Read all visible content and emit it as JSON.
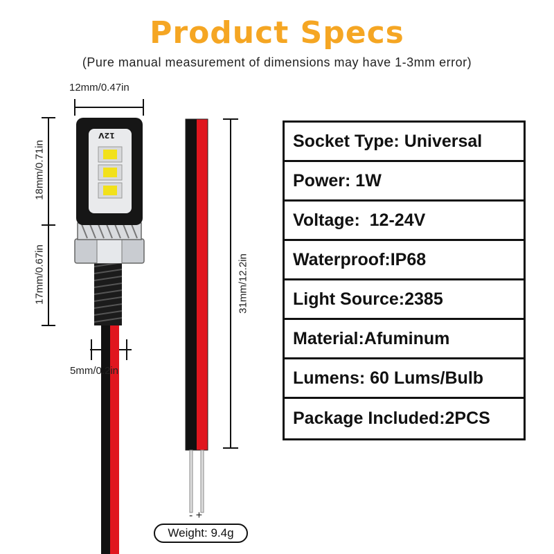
{
  "title": "Product Specs",
  "subtitle": "(Pure manual measurement of dimensions may have 1-3mm error)",
  "dimensions": {
    "width_top": "12mm/0.47in",
    "height_head": "18mm/0.71in",
    "height_screw": "17mm/0.67in",
    "thread_diameter": "5mm/0.2in",
    "wire_length": "31mm/12.2in"
  },
  "product": {
    "voltage_marking": "12V",
    "polarity": "- +",
    "weight": "Weight: 9.4g"
  },
  "specs": [
    "Socket Type: Universal",
    "Power: 1W",
    "Voltage:  12-24V",
    "Waterproof:IP68",
    "Light Source:2385",
    "Material:Afuminum",
    "Lumens: 60 Lums/Bulb",
    "Package Included:2PCS"
  ],
  "colors": {
    "title": "#f5a623",
    "wire_red": "#e0161e",
    "wire_black": "#111111",
    "led_yellow": "#f2e11a"
  }
}
